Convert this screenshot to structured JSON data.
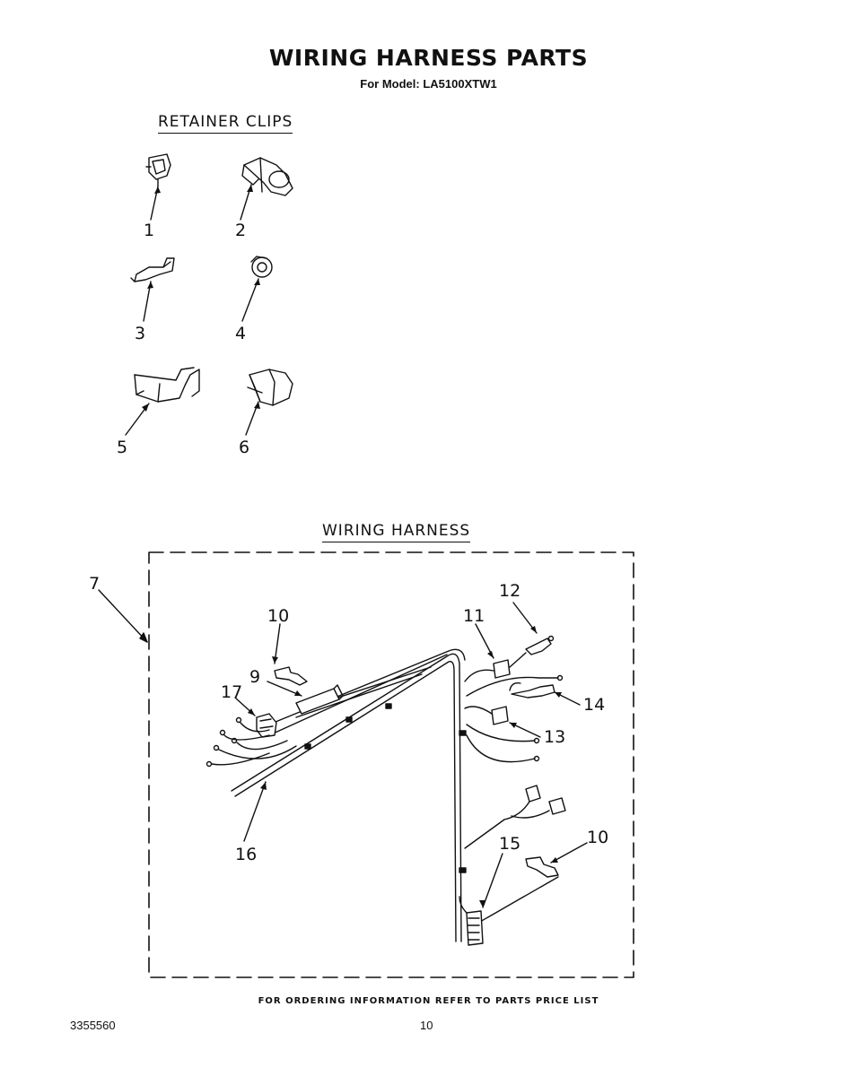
{
  "header": {
    "title": "WIRING HARNESS PARTS",
    "subtitle": "For Model: LA5100XTW1"
  },
  "sections": {
    "retainer_clips": "RETAINER CLIPS",
    "wiring_harness": "WIRING HARNESS"
  },
  "clip_callouts": [
    "1",
    "2",
    "3",
    "4",
    "5",
    "6"
  ],
  "harness_callouts": [
    "7",
    "10",
    "9",
    "17",
    "16",
    "11",
    "12",
    "14",
    "13",
    "15",
    "10"
  ],
  "footer": {
    "note": "FOR ORDERING INFORMATION REFER TO PARTS PRICE LIST",
    "doc_number": "3355560",
    "page_number": "10"
  }
}
